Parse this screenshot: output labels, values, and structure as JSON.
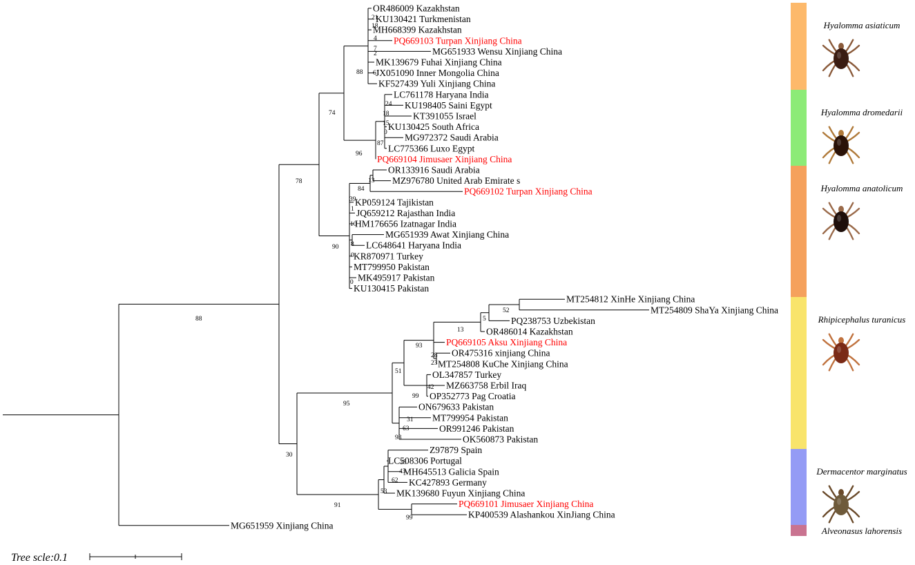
{
  "scale_label": "Tree scle:0.1",
  "highlight_color": "#ff0000",
  "leaves": [
    {
      "id": "L0",
      "label": "OR486009 Kazakhstan"
    },
    {
      "id": "L1",
      "label": "KU130421 Turkmenistan"
    },
    {
      "id": "L2",
      "label": "MH668399 Kazakhstan"
    },
    {
      "id": "L3",
      "label": "PQ669103 Turpan Xinjiang China",
      "highlight": true
    },
    {
      "id": "L4",
      "label": "MG651933 Wensu Xinjiang China"
    },
    {
      "id": "L5",
      "label": "MK139679 Fuhai Xinjiang China"
    },
    {
      "id": "L6",
      "label": "JX051090 Inner Mongolia China"
    },
    {
      "id": "L7",
      "label": "KF527439 Yuli Xinjiang China"
    },
    {
      "id": "L8",
      "label": "LC761178 Haryana India"
    },
    {
      "id": "L9",
      "label": "KU198405 Saini Egypt"
    },
    {
      "id": "L10",
      "label": "KT391055 Israel"
    },
    {
      "id": "L11",
      "label": "KU130425 South Africa"
    },
    {
      "id": "L12",
      "label": "MG972372 Saudi Arabia"
    },
    {
      "id": "L13",
      "label": "LC775366 Luxo Egypt"
    },
    {
      "id": "L14",
      "label": "PQ669104 Jimusaer Xinjiang China",
      "highlight": true
    },
    {
      "id": "L15",
      "label": "OR133916 Saudi Arabia"
    },
    {
      "id": "L16",
      "label": "MZ976780 United Arab Emirate s"
    },
    {
      "id": "L17",
      "label": "PQ669102 Turpan Xinjiang China",
      "highlight": true
    },
    {
      "id": "L18",
      "label": "KP059124 Tajikistan"
    },
    {
      "id": "L19",
      "label": "JQ659212 Rajasthan India"
    },
    {
      "id": "L20",
      "label": "HM176656 Izatnagar India"
    },
    {
      "id": "L21",
      "label": "MG651939 Awat Xinjiang China"
    },
    {
      "id": "L22",
      "label": "LC648641 Haryana India"
    },
    {
      "id": "L23",
      "label": "KR870971 Turkey"
    },
    {
      "id": "L24",
      "label": "MT799950 Pakistan"
    },
    {
      "id": "L25",
      "label": "MK495917 Pakistan"
    },
    {
      "id": "L26",
      "label": "KU130415 Pakistan"
    },
    {
      "id": "L27",
      "label": "MT254812 XinHe Xinjiang China"
    },
    {
      "id": "L28",
      "label": "MT254809 ShaYa Xinjiang China"
    },
    {
      "id": "L29",
      "label": "PQ238753 Uzbekistan"
    },
    {
      "id": "L30",
      "label": "OR486014 Kazakhstan"
    },
    {
      "id": "L31",
      "label": "PQ669105 Aksu Xinjiang China",
      "highlight": true
    },
    {
      "id": "L32",
      "label": "OR475316 xinjiang China"
    },
    {
      "id": "L33",
      "label": "MT254808 KuChe Xinjiang China"
    },
    {
      "id": "L34",
      "label": "OL347857 Turkey"
    },
    {
      "id": "L35",
      "label": "MZ663758 Erbil Iraq"
    },
    {
      "id": "L36",
      "label": "OP352773 Pag Croatia"
    },
    {
      "id": "L37",
      "label": "ON679633 Pakistan"
    },
    {
      "id": "L38",
      "label": "MT799954 Pakistan"
    },
    {
      "id": "L39",
      "label": "OR991246 Pakistan"
    },
    {
      "id": "L40",
      "label": "OK560873 Pakistan"
    },
    {
      "id": "L41",
      "label": "Z97879 Spain"
    },
    {
      "id": "L42",
      "label": "LC508306 Portugal"
    },
    {
      "id": "L43",
      "label": "MH645513 Galicia Spain"
    },
    {
      "id": "L44",
      "label": "KC427893 Germany"
    },
    {
      "id": "L45",
      "label": "MK139680 Fuyun Xinjiang China"
    },
    {
      "id": "L46",
      "label": "PQ669101 Jimusaer Xinjiang China",
      "highlight": true
    },
    {
      "id": "L47",
      "label": "KP400539 Alashankou XinJiang China"
    },
    {
      "id": "L48",
      "label": "MG651959 Xinjiang China"
    }
  ],
  "bootstrap": [
    {
      "id": "b88root",
      "value": "88"
    },
    {
      "id": "b78",
      "value": "78"
    },
    {
      "id": "b30",
      "value": "30"
    },
    {
      "id": "b74",
      "value": "74"
    },
    {
      "id": "b90",
      "value": "90"
    },
    {
      "id": "b88asi",
      "value": "88"
    },
    {
      "id": "b96",
      "value": "96"
    },
    {
      "id": "b21",
      "value": "21"
    },
    {
      "id": "b18a",
      "value": "18"
    },
    {
      "id": "b4",
      "value": "4"
    },
    {
      "id": "b7",
      "value": "7"
    },
    {
      "id": "b2",
      "value": "2"
    },
    {
      "id": "b61",
      "value": "61"
    },
    {
      "id": "b87",
      "value": "87"
    },
    {
      "id": "b24",
      "value": "24"
    },
    {
      "id": "b18b",
      "value": "18"
    },
    {
      "id": "b15",
      "value": "15"
    },
    {
      "id": "b0a",
      "value": "0"
    },
    {
      "id": "b13a",
      "value": "13"
    },
    {
      "id": "b84",
      "value": "84"
    },
    {
      "id": "b39",
      "value": "39"
    },
    {
      "id": "b1",
      "value": "1"
    },
    {
      "id": "b10",
      "value": "10"
    },
    {
      "id": "b8",
      "value": "8"
    },
    {
      "id": "b0b",
      "value": "0"
    },
    {
      "id": "b0c",
      "value": "0"
    },
    {
      "id": "b95",
      "value": "95"
    },
    {
      "id": "b91",
      "value": "91"
    },
    {
      "id": "b51",
      "value": "51"
    },
    {
      "id": "b93a",
      "value": "93"
    },
    {
      "id": "b13b",
      "value": "13"
    },
    {
      "id": "b5",
      "value": "5"
    },
    {
      "id": "b52",
      "value": "52"
    },
    {
      "id": "b28",
      "value": "28"
    },
    {
      "id": "b23",
      "value": "23"
    },
    {
      "id": "b99a",
      "value": "99"
    },
    {
      "id": "b42",
      "value": "42"
    },
    {
      "id": "b93b",
      "value": "93"
    },
    {
      "id": "b31",
      "value": "31"
    },
    {
      "id": "b63",
      "value": "63"
    },
    {
      "id": "b53",
      "value": "53"
    },
    {
      "id": "b62",
      "value": "62"
    },
    {
      "id": "b43",
      "value": "43"
    },
    {
      "id": "b35",
      "value": "35"
    },
    {
      "id": "b99b",
      "value": "99"
    }
  ],
  "clades": [
    {
      "id": "asiaticum",
      "name": "Hyalomma asiaticum",
      "color": "#fdb96b",
      "first": 0,
      "last": 7,
      "icon": "tick-photo-icon",
      "body": "#3a1c12",
      "legs": "#8a5a3a"
    },
    {
      "id": "dromedarii",
      "name": "Hyalomma dromedarii",
      "color": "#8ceb77",
      "first": 8,
      "last": 14,
      "icon": "tick-photo-icon",
      "body": "#2a1208",
      "legs": "#b07a3a"
    },
    {
      "id": "anatolicum",
      "name": "Hyalomma anatolicum",
      "color": "#f5a15c",
      "first": 15,
      "last": 26,
      "icon": "tick-photo-icon",
      "body": "#1e0e0a",
      "legs": "#9a6a4a"
    },
    {
      "id": "turanicus",
      "name": "Rhipicephalus turanicus",
      "color": "#f9e46b",
      "first": 27,
      "last": 40,
      "icon": "tick-photo-icon",
      "body": "#7a2a16",
      "legs": "#c0723e"
    },
    {
      "id": "marginatus",
      "name": "Dermacentor marginatus",
      "color": "#949bf5",
      "first": 41,
      "last": 47,
      "icon": "tick-photo-icon",
      "body": "#6e5a3a",
      "legs": "#6a4a2a"
    },
    {
      "id": "lahorensis",
      "name": "Alveonasus lahorensis",
      "color": "#c97390",
      "first": 48,
      "last": 48,
      "icon": "",
      "body": "",
      "legs": ""
    }
  ]
}
